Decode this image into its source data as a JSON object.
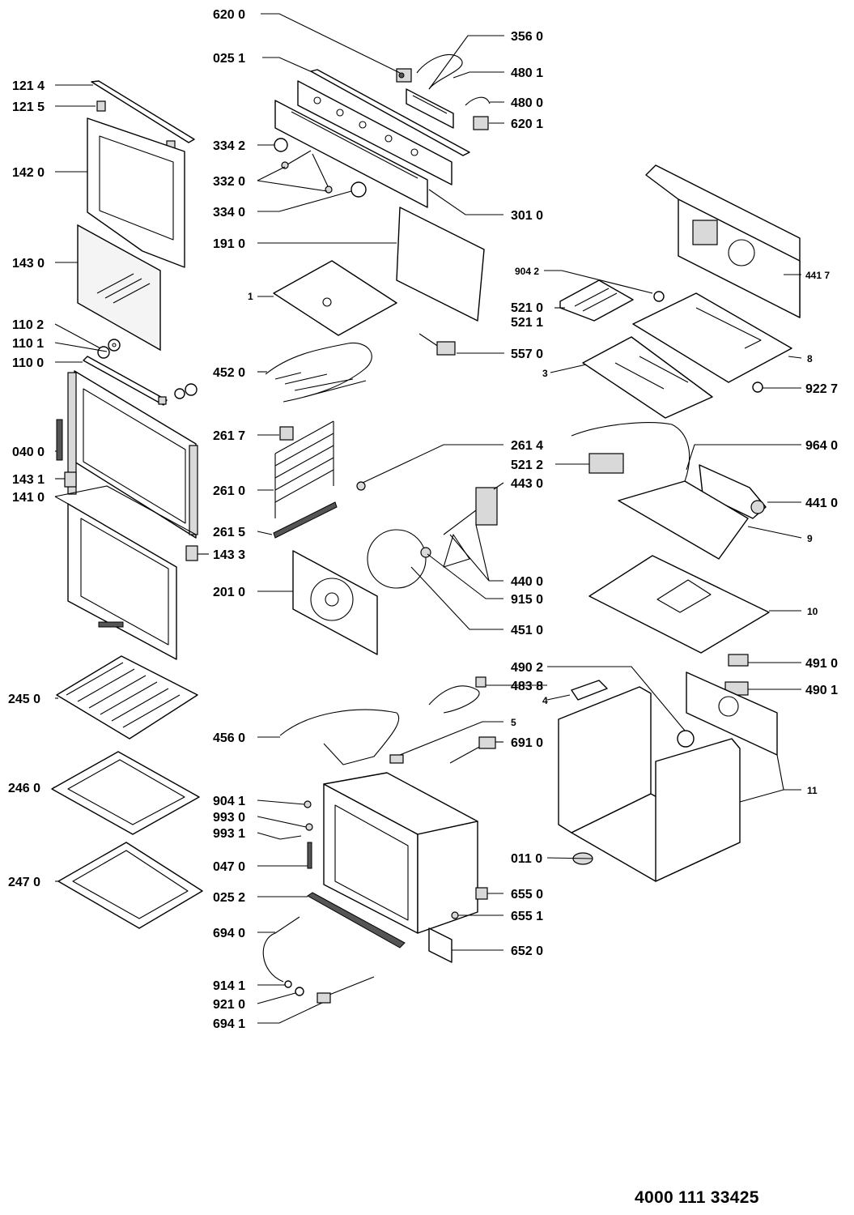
{
  "parts": [
    {
      "id": "620-0",
      "label": "620 0"
    },
    {
      "id": "025-1",
      "label": "025 1"
    },
    {
      "id": "356-0",
      "label": "356 0"
    },
    {
      "id": "480-1",
      "label": "480 1"
    },
    {
      "id": "121-4",
      "label": "121 4"
    },
    {
      "id": "121-5",
      "label": "121 5"
    },
    {
      "id": "480-0",
      "label": "480 0"
    },
    {
      "id": "620-1",
      "label": "620 1"
    },
    {
      "id": "334-2",
      "label": "334 2"
    },
    {
      "id": "142-0",
      "label": "142 0"
    },
    {
      "id": "332-0",
      "label": "332 0"
    },
    {
      "id": "334-0",
      "label": "334 0"
    },
    {
      "id": "301-0",
      "label": "301 0"
    },
    {
      "id": "191-0",
      "label": "191 0"
    },
    {
      "id": "143-0",
      "label": "143 0"
    },
    {
      "id": "904-2",
      "label": "904 2"
    },
    {
      "id": "441-7",
      "label": "441 7"
    },
    {
      "id": "1",
      "label": "1"
    },
    {
      "id": "521-0",
      "label": "521 0"
    },
    {
      "id": "521-1",
      "label": "521 1"
    },
    {
      "id": "110-2",
      "label": "110 2"
    },
    {
      "id": "110-1",
      "label": "110 1"
    },
    {
      "id": "557-0",
      "label": "557 0"
    },
    {
      "id": "8",
      "label": "8"
    },
    {
      "id": "110-0",
      "label": "110 0"
    },
    {
      "id": "452-0",
      "label": "452 0"
    },
    {
      "id": "3",
      "label": "3"
    },
    {
      "id": "922-7",
      "label": "922 7"
    },
    {
      "id": "261-7",
      "label": "261 7"
    },
    {
      "id": "261-4",
      "label": "261 4"
    },
    {
      "id": "964-0",
      "label": "964 0"
    },
    {
      "id": "040-0",
      "label": "040 0"
    },
    {
      "id": "521-2",
      "label": "521 2"
    },
    {
      "id": "143-1",
      "label": "143 1"
    },
    {
      "id": "443-0",
      "label": "443 0"
    },
    {
      "id": "141-0",
      "label": "141 0"
    },
    {
      "id": "261-0",
      "label": "261 0"
    },
    {
      "id": "441-0",
      "label": "441 0"
    },
    {
      "id": "261-5",
      "label": "261 5"
    },
    {
      "id": "9",
      "label": "9"
    },
    {
      "id": "143-3",
      "label": "143 3"
    },
    {
      "id": "440-0",
      "label": "440 0"
    },
    {
      "id": "201-0",
      "label": "201 0"
    },
    {
      "id": "915-0",
      "label": "915 0"
    },
    {
      "id": "10",
      "label": "10"
    },
    {
      "id": "451-0",
      "label": "451 0"
    },
    {
      "id": "490-2",
      "label": "490 2"
    },
    {
      "id": "491-0",
      "label": "491 0"
    },
    {
      "id": "483-8",
      "label": "483 8"
    },
    {
      "id": "490-1",
      "label": "490 1"
    },
    {
      "id": "245-0",
      "label": "245 0"
    },
    {
      "id": "4",
      "label": "4"
    },
    {
      "id": "5",
      "label": "5"
    },
    {
      "id": "456-0",
      "label": "456 0"
    },
    {
      "id": "691-0",
      "label": "691 0"
    },
    {
      "id": "11",
      "label": "11"
    },
    {
      "id": "246-0",
      "label": "246 0"
    },
    {
      "id": "904-1",
      "label": "904 1"
    },
    {
      "id": "993-0",
      "label": "993 0"
    },
    {
      "id": "993-1",
      "label": "993 1"
    },
    {
      "id": "011-0",
      "label": "011 0"
    },
    {
      "id": "047-0",
      "label": "047 0"
    },
    {
      "id": "247-0",
      "label": "247 0"
    },
    {
      "id": "025-2",
      "label": "025 2"
    },
    {
      "id": "655-0",
      "label": "655 0"
    },
    {
      "id": "655-1",
      "label": "655 1"
    },
    {
      "id": "694-0",
      "label": "694 0"
    },
    {
      "id": "652-0",
      "label": "652 0"
    },
    {
      "id": "914-1",
      "label": "914 1"
    },
    {
      "id": "921-0",
      "label": "921 0"
    },
    {
      "id": "694-1",
      "label": "694 1"
    }
  ],
  "footer": {
    "code": "4000 111 33425"
  }
}
